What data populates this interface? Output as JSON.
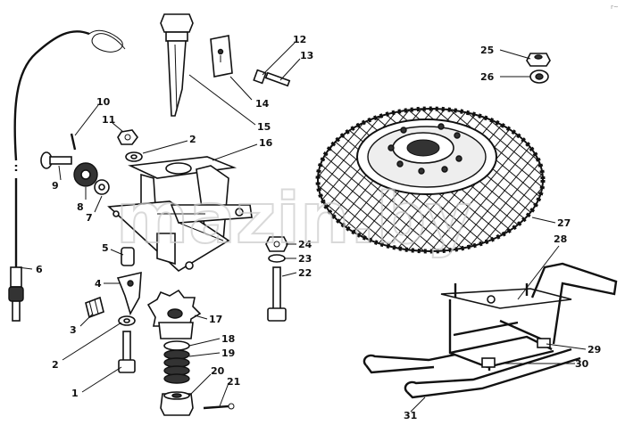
{
  "watermark": "mazin.by",
  "corner_mark": "r~",
  "callouts": [
    {
      "id": "c1",
      "text": "1"
    },
    {
      "id": "c2a",
      "text": "2"
    },
    {
      "id": "c2b",
      "text": "2"
    },
    {
      "id": "c3",
      "text": "3"
    },
    {
      "id": "c4",
      "text": "4"
    },
    {
      "id": "c5",
      "text": "5"
    },
    {
      "id": "c6",
      "text": "6"
    },
    {
      "id": "c7",
      "text": "7"
    },
    {
      "id": "c8",
      "text": "8"
    },
    {
      "id": "c9",
      "text": "9"
    },
    {
      "id": "c10",
      "text": "10"
    },
    {
      "id": "c11",
      "text": "11"
    },
    {
      "id": "c12",
      "text": "12"
    },
    {
      "id": "c13",
      "text": "13"
    },
    {
      "id": "c14",
      "text": "14"
    },
    {
      "id": "c15",
      "text": "15"
    },
    {
      "id": "c16",
      "text": "16"
    },
    {
      "id": "c17",
      "text": "17"
    },
    {
      "id": "c18",
      "text": "18"
    },
    {
      "id": "c19",
      "text": "19"
    },
    {
      "id": "c20",
      "text": "20"
    },
    {
      "id": "c21",
      "text": "21"
    },
    {
      "id": "c22",
      "text": "22"
    },
    {
      "id": "c23",
      "text": "23"
    },
    {
      "id": "c24",
      "text": "24"
    },
    {
      "id": "c25",
      "text": "25"
    },
    {
      "id": "c26",
      "text": "26"
    },
    {
      "id": "c27",
      "text": "27"
    },
    {
      "id": "c28",
      "text": "28"
    },
    {
      "id": "c29",
      "text": "29"
    },
    {
      "id": "c30",
      "text": "30"
    },
    {
      "id": "c31",
      "text": "31"
    }
  ]
}
